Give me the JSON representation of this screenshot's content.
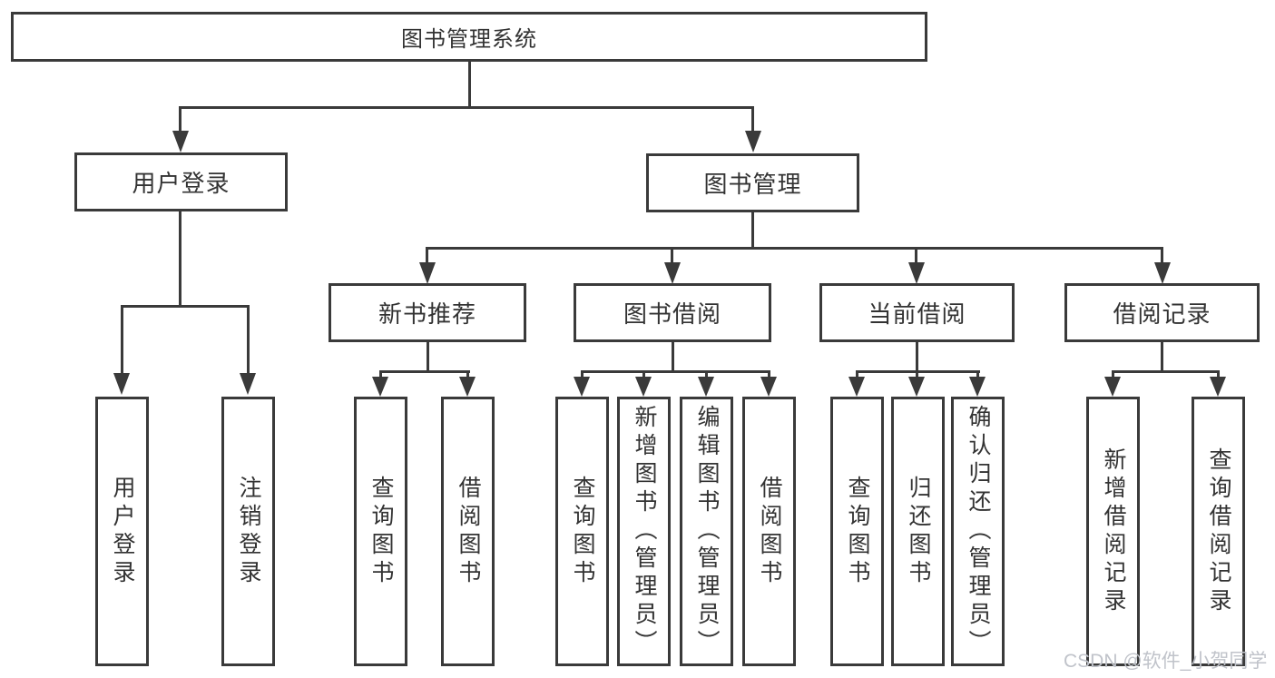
{
  "diagram": {
    "root": {
      "label": "图书管理系统"
    },
    "branches": [
      {
        "label": "用户登录",
        "children": [
          {
            "label": "用户登录"
          },
          {
            "label": "注销登录"
          }
        ]
      },
      {
        "label": "图书管理",
        "groups": [
          {
            "label": "新书推荐",
            "children": [
              {
                "label": "查询图书"
              },
              {
                "label": "借阅图书"
              }
            ]
          },
          {
            "label": "图书借阅",
            "children": [
              {
                "label": "查询图书"
              },
              {
                "label": "新增图书（管理员）"
              },
              {
                "label": "编辑图书（管理员）"
              },
              {
                "label": "借阅图书"
              }
            ]
          },
          {
            "label": "当前借阅",
            "children": [
              {
                "label": "查询图书"
              },
              {
                "label": "归还图书"
              },
              {
                "label": "确认归还（管理员）"
              }
            ]
          },
          {
            "label": "借阅记录",
            "children": [
              {
                "label": "新增借阅记录"
              },
              {
                "label": "查询借阅记录"
              }
            ]
          }
        ]
      }
    ],
    "watermark": "CSDN @软件_小贺同学",
    "colors": {
      "line": "#3a3a3a",
      "text": "#333333",
      "watermark": "#c0c3ca",
      "background": "#ffffff"
    }
  }
}
